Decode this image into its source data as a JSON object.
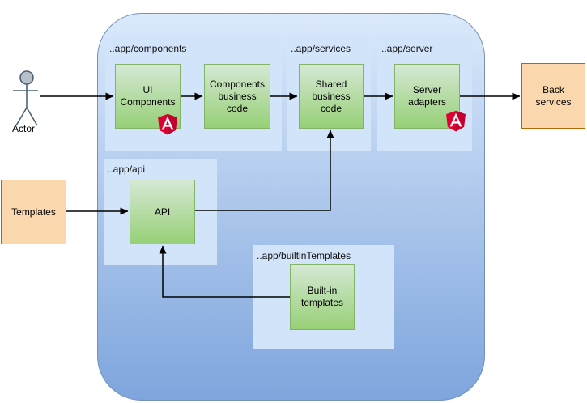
{
  "diagram": {
    "actor": {
      "label": "Actor"
    },
    "external_nodes": {
      "templates": {
        "label": "Templates"
      },
      "back_services": {
        "label": "Back services"
      }
    },
    "groups": {
      "components": {
        "label": "..app/components"
      },
      "services": {
        "label": "..app/services"
      },
      "server": {
        "label": "..app/server"
      },
      "api": {
        "label": "..app/api"
      },
      "builtin_templates": {
        "label": "..app/builtinTemplates"
      }
    },
    "nodes": {
      "ui_components": {
        "label": "UI Components",
        "icon": "angular-icon"
      },
      "components_business_code": {
        "label": "Components business code"
      },
      "shared_business_code": {
        "label": "Shared business code"
      },
      "server_adapters": {
        "label": "Server adapters",
        "icon": "angular-icon"
      },
      "api": {
        "label": "API"
      },
      "builtin_templates": {
        "label": "Built-in templates"
      }
    },
    "connections": [
      "Actor -> UI Components",
      "UI Components -> Components business code",
      "Components business code -> Shared business code",
      "Shared business code -> Server adapters",
      "Server adapters -> Back services",
      "Templates -> API",
      "API -> Shared business code",
      "Built-in templates -> API"
    ],
    "colors": {
      "app_container_gradient_top": "#dbe9fb",
      "app_container_gradient_bottom": "#7ea5dd",
      "app_container_border": "#7491bd",
      "group_fill": "#d2e4fa",
      "node_green_top": "#d5e8d4",
      "node_green_bottom": "#97d077",
      "node_green_border": "#82b366",
      "node_orange_fill": "#fad7ac",
      "node_orange_border": "#b46504",
      "connector": "#000000",
      "angular_red": "#dd0031",
      "angular_dark_red": "#c3002f",
      "actor_stroke": "#4a6276",
      "actor_head_fill": "#b7c0c9"
    }
  }
}
